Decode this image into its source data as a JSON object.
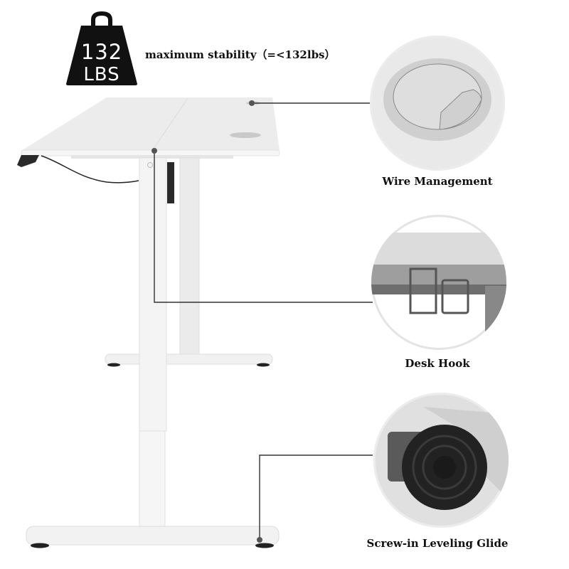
{
  "badge": {
    "icon": "weight-kettlebell-icon",
    "number": "132",
    "unit": "LBS",
    "color": "#111111"
  },
  "headline": {
    "text": "maximum stability（=<132lbs）"
  },
  "callouts": [
    {
      "id": "wire",
      "label": "Wire Management",
      "icon": "grommet-icon"
    },
    {
      "id": "hook",
      "label": "Desk Hook",
      "icon": "hook-icon"
    },
    {
      "id": "glide",
      "label": "Screw-in Leveling Glide",
      "icon": "leveling-glide-icon"
    }
  ],
  "colors": {
    "background": "#ffffff",
    "desk": "#eeeeee",
    "leader_line": "#333333",
    "text": "#111111"
  }
}
